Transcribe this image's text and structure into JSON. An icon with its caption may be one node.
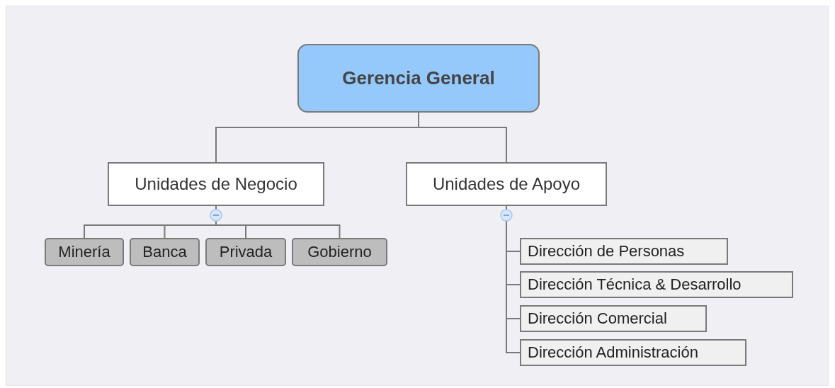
{
  "diagram": {
    "nodes": [
      {
        "text": [
          "Gerencia General"
        ]
      },
      {
        "text": [
          "Unidades de Negocio"
        ]
      },
      {
        "text": [
          "Unidades de Apoyo"
        ]
      },
      {
        "text": [
          "Minería"
        ]
      },
      {
        "text": [
          "Banca"
        ]
      },
      {
        "text": [
          "Privada"
        ]
      },
      {
        "text": [
          "Gobierno"
        ]
      },
      {
        "text": [
          "Dirección de Personas"
        ]
      },
      {
        "text": [
          "Dirección Técnica & Desarrollo"
        ]
      },
      {
        "text": [
          "Dirección Comercial"
        ]
      },
      {
        "text": [
          "Dirección Administración"
        ]
      }
    ],
    "edges": [
      {
        "from": 0,
        "to": 1,
        "arrow": "none"
      },
      {
        "from": 0,
        "to": 2,
        "arrow": "none"
      },
      {
        "from": 1,
        "to": 3,
        "arrow": "none"
      },
      {
        "from": 1,
        "to": 4,
        "arrow": "none"
      },
      {
        "from": 1,
        "to": 5,
        "arrow": "none"
      },
      {
        "from": 1,
        "to": 6,
        "arrow": "none"
      },
      {
        "from": 2,
        "to": 7,
        "arrow": "none"
      },
      {
        "from": 2,
        "to": 8,
        "arrow": "none"
      },
      {
        "from": 2,
        "to": 9,
        "arrow": "none"
      },
      {
        "from": 2,
        "to": 10,
        "arrow": "none"
      }
    ]
  }
}
